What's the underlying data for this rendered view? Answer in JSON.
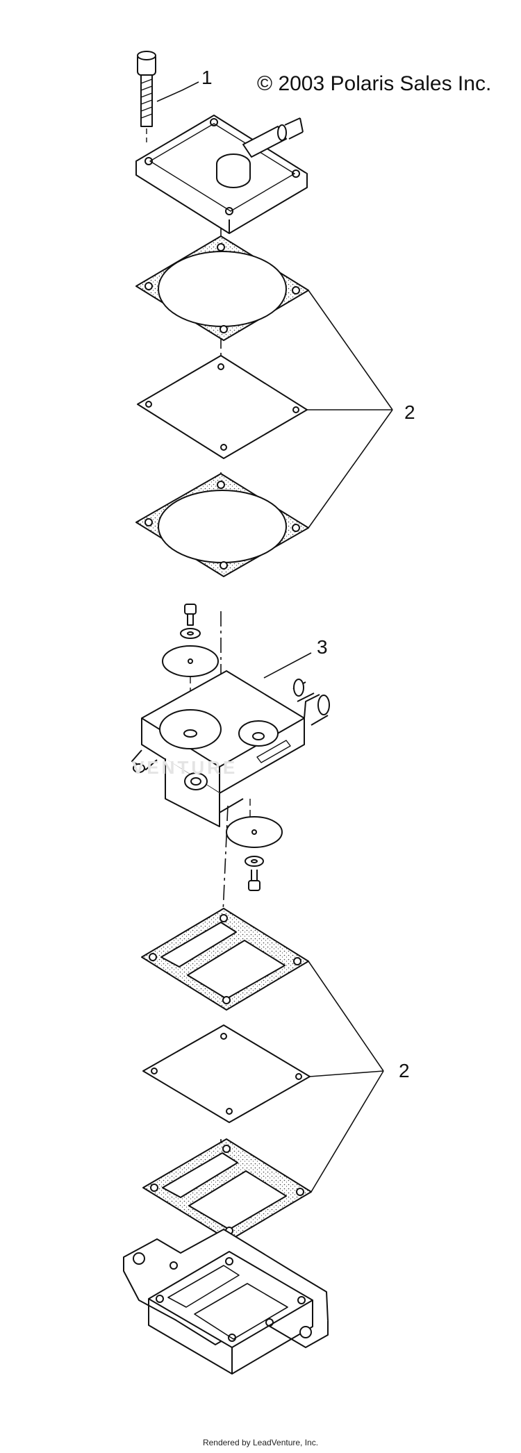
{
  "copyright": "© 2003 Polaris Sales Inc.",
  "callouts": {
    "c1": "1",
    "c2a": "2",
    "c3": "3",
    "c2b": "2"
  },
  "watermark": "VENTURE",
  "footer": "Rendered by LeadVenture, Inc."
}
